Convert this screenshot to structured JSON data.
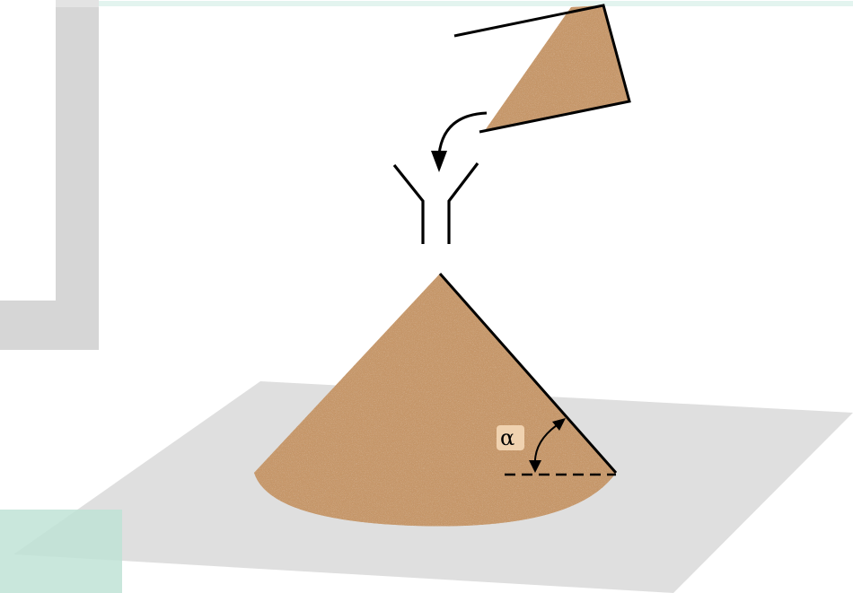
{
  "diagram": {
    "angle_label": "α",
    "colors": {
      "background": "#ffffff",
      "sand": "#c8986a",
      "sand_dark": "#8a5a32",
      "sand_light": "#e6c49c",
      "plate": "#dfdfdf",
      "frame": "#d6d6d6",
      "teal_accent": "#bfe3d6",
      "stroke": "#000000",
      "label_bg": "#f0d2b0"
    },
    "elements": {
      "container": "tilted-container",
      "funnel": "funnel",
      "pour_arrow": "curved-arrow",
      "pile": "conical-sand-pile",
      "base": "flat-base-plate",
      "angle": "angle-of-repose"
    }
  }
}
